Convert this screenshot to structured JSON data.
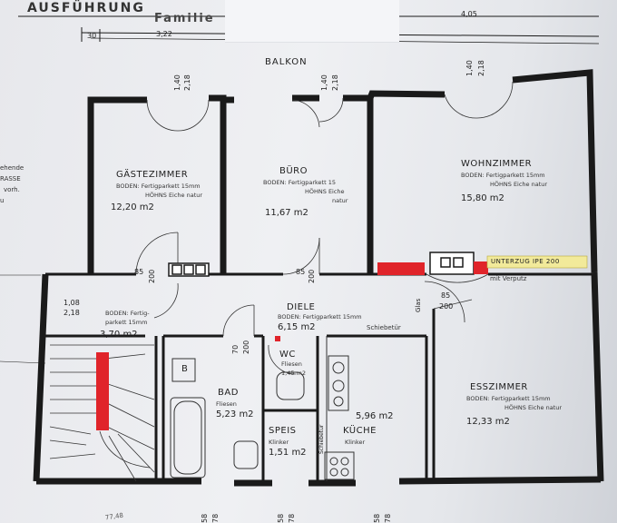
{
  "header": {
    "title_fragment": "AUSFÜHRUNG",
    "subtitle_fragment": "Familie"
  },
  "top_dimensions": {
    "d1": "30",
    "d2": "3,22",
    "d3": "4,05"
  },
  "balcony_label": "BALKON",
  "window_dims": {
    "w1a": "1,40",
    "w1b": "2,18",
    "w2a": "1,40",
    "w2b": "2,18",
    "w3a": "1,40",
    "w3b": "2,18"
  },
  "left_margin": {
    "line1": "ehende",
    "line2": "RASSE",
    "line3": "vorh.",
    "line4": "u"
  },
  "rooms": {
    "gaestezimmer": {
      "name": "GÄSTEZIMMER",
      "floor1": "BODEN: Fertigparkett 15mm",
      "floor2": "HÖHNS Eiche natur",
      "area": "12,20 m2"
    },
    "buero": {
      "name": "BÜRO",
      "floor1": "BODEN: Fertigparkett 15",
      "floor2": "HÖHNS Eiche",
      "floor3": "natur",
      "area": "11,67 m2"
    },
    "wohnzimmer": {
      "name": "WOHNZIMMER",
      "floor1": "BODEN: Fertigparkett 15mm",
      "floor2": "HÖHNS Eiche natur",
      "area": "15,80 m2"
    },
    "flur": {
      "floor1": "BODEN: Fertig-",
      "floor2": "parkett 15mm",
      "area": "3,70 m2"
    },
    "diele": {
      "name": "DIELE",
      "floor1": "BODEN: Fertigparkett 15mm",
      "area": "6,15 m2"
    },
    "wc": {
      "name": "WC",
      "floor1": "Fliesen",
      "area": "1,45 m2"
    },
    "bad": {
      "name": "BAD",
      "floor1": "Fliesen",
      "area": "5,23 m2"
    },
    "speis": {
      "name": "SPEIS",
      "floor1": "Klinker",
      "area": "1,51 m2"
    },
    "kueche": {
      "name": "KÜCHE",
      "floor1": "Klinker",
      "area": "5,96 m2"
    },
    "esszimmer": {
      "name": "ESSZIMMER",
      "floor1": "BODEN: Fertigparkett 15mm",
      "floor2": "HÖHNS Eiche natur",
      "area": "12,33 m2"
    }
  },
  "annotations": {
    "unterzug": "UNTERZUG IPE 200",
    "verputz": "mit Verputz",
    "schiebetuer": "Schiebetür",
    "schiebe_v": "Schiebetür",
    "bath_tub_letter": "B",
    "glas": "Glas"
  },
  "door_dims": {
    "d1a": "85",
    "d1b": "200",
    "d2a": "85",
    "d2b": "200",
    "d3a": "85",
    "d3b": "200",
    "d4a": "1,08",
    "d4b": "2,18",
    "d5a": "70",
    "d5b": "200"
  },
  "bottom_dims": {
    "b1": "58",
    "b2": "78",
    "b3": "58",
    "b4": "78",
    "b5": "58",
    "b6": "78",
    "b7": "77,48"
  },
  "colors": {
    "wall": "#1a1a1a",
    "red_beam": "#e0242a",
    "paper": "#ecedf0"
  }
}
